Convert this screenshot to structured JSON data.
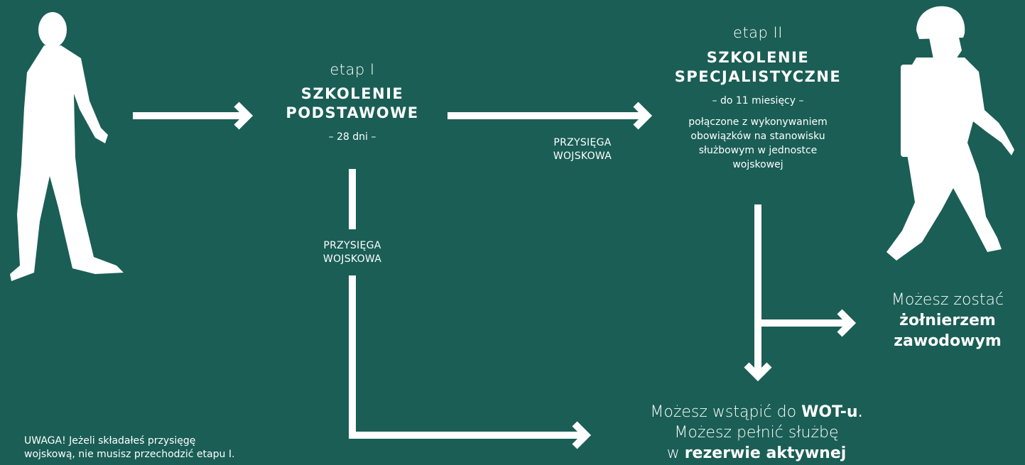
{
  "stage1": {
    "label": "etap I",
    "title_line1": "SZKOLENIE",
    "title_line2": "PODSTAWOWE",
    "duration": "– 28 dni –"
  },
  "stage2": {
    "label": "etap II",
    "title_line1": "SZKOLENIE",
    "title_line2": "SPECJALISTYCZNE",
    "duration": "– do 11 miesięcy –",
    "description_lines": [
      "połączone z wykonywaniem",
      "obowiązków na stanowisku",
      "służbowym w jednostce",
      "wojskowej"
    ]
  },
  "oath_right": {
    "line1": "PRZYSIĘGA",
    "line2": "WOJSKOWA"
  },
  "oath_down": {
    "line1": "PRZYSIĘGA",
    "line2": "WOJSKOWA"
  },
  "outcome_professional": {
    "line1": "Możesz zostać",
    "line2": "żołnierzem",
    "line3": "zawodowym"
  },
  "outcome_wot": {
    "line1_prefix": "Możesz wstąpić do ",
    "line1_bold": "WOT-u",
    "line1_suffix": ".",
    "line2": "Możesz pełnić służbę",
    "line3_prefix": "w ",
    "line3_bold": "rezerwie aktywnej"
  },
  "note": {
    "line1": "UWAGA! Jeżeli składałeś przysięgę",
    "line2": "wojskową, nie musisz przechodzić etapu I."
  },
  "colors": {
    "background": "#1a5e55",
    "foreground": "#ffffff"
  },
  "icons": [
    "civilian-walking-icon",
    "soldier-walking-icon"
  ]
}
